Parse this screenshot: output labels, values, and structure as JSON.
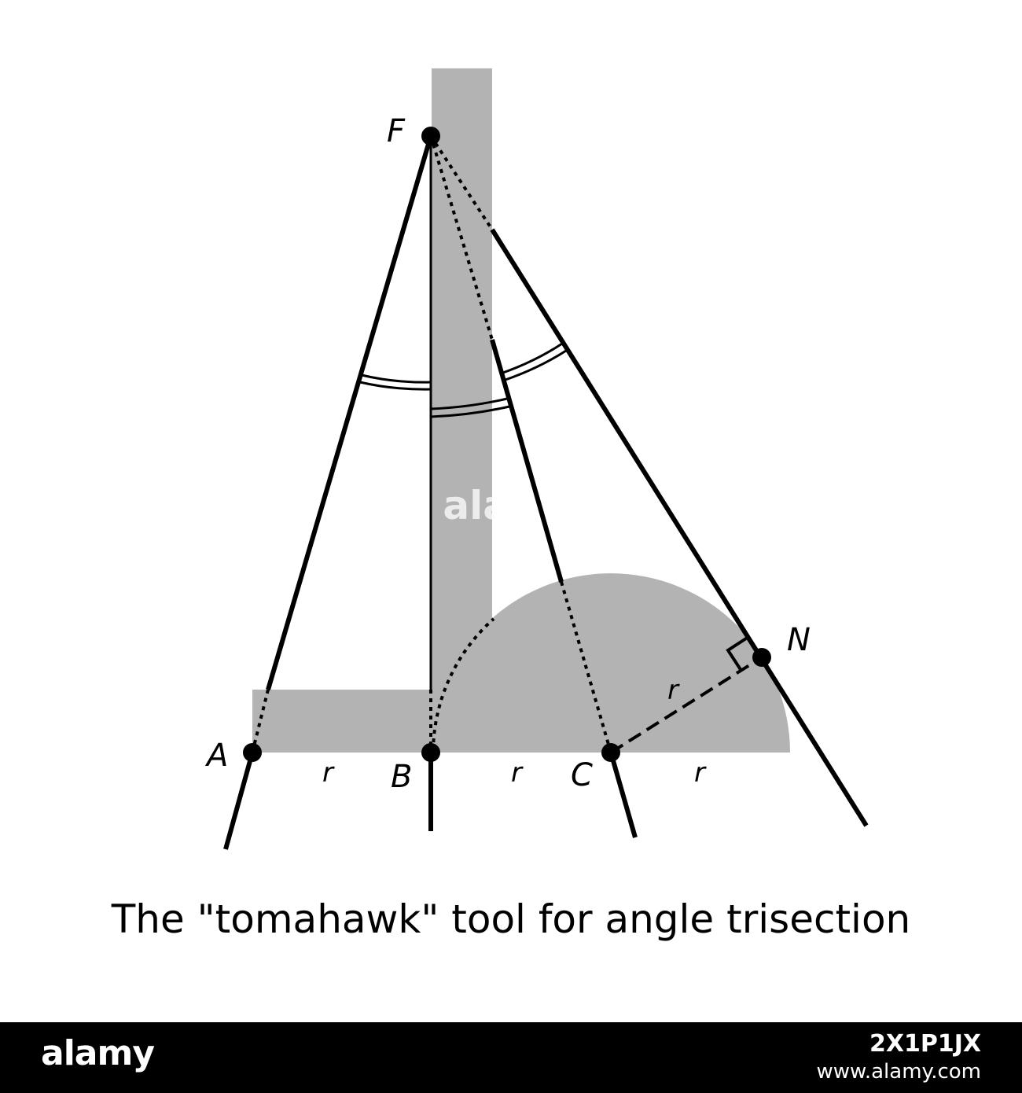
{
  "points": {
    "F": "F",
    "A": "A",
    "B": "B",
    "C": "C",
    "N": "N"
  },
  "segment_labels": [
    "r",
    "r",
    "r",
    "r"
  ],
  "caption": "The \"tomahawk\" tool for angle trisection",
  "watermark": "alamy",
  "footer": {
    "brand": "alamy",
    "image_id": "2X1P1JX",
    "url": "www.alamy.com"
  },
  "colors": {
    "tool_fill": "#b3b3b3",
    "line": "#000000",
    "footer_bg": "#000000"
  }
}
